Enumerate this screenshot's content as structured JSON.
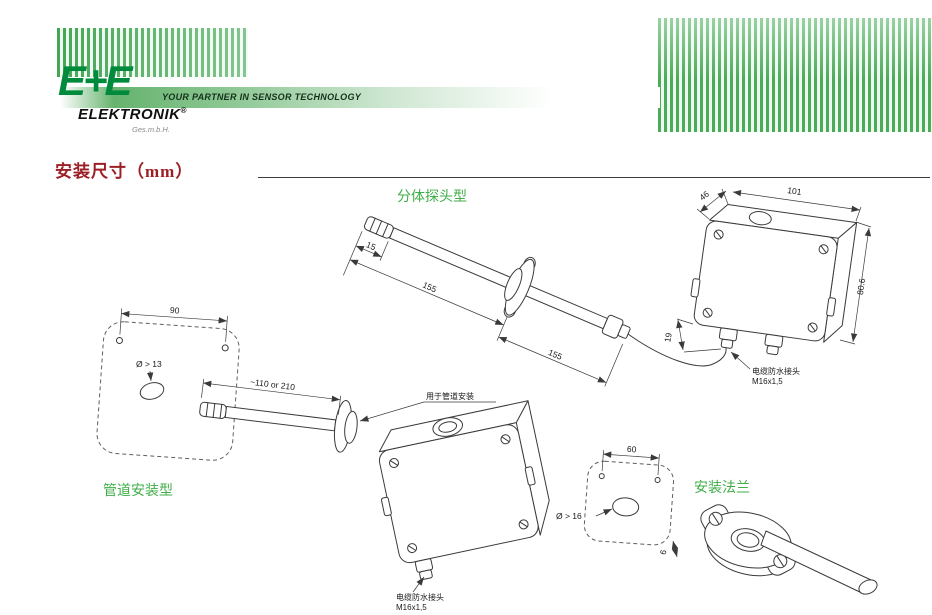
{
  "colors": {
    "brand_green": "#008a3c",
    "stripe_green": "#46a957",
    "label_green": "#3fae49",
    "title_red": "#9c1f26"
  },
  "header": {
    "logo_text": "E+E",
    "tagline": "YOUR PARTNER IN SENSOR TECHNOLOGY",
    "brand_name": "ELEKTRONIK",
    "registered_mark": "®",
    "brand_subtitle": "Ges.m.b.H."
  },
  "page": {
    "title": "安装尺寸（mm）"
  },
  "diagrams": {
    "split_probe": {
      "label": "分体探头型",
      "dim_tip": "15",
      "dim_probe_front": "155",
      "dim_probe_rear": "155",
      "dim_housing_depth": "46",
      "dim_housing_width": "101",
      "dim_housing_height": "80.6",
      "dim_gland_offset": "19",
      "gland_note_line1": "电缆防水接头",
      "gland_note_line2": "M16x1,5"
    },
    "duct_mount": {
      "label": "管道安装型",
      "dim_hole_spacing": "90",
      "dim_hole_diameter": "Ø > 13",
      "dim_probe_length": "~110 or 210",
      "flange_note": "用于管道安装",
      "gland_note_line1": "电缆防水接头",
      "gland_note_line2": "M16x1,5"
    },
    "mounting_flange": {
      "label": "安装法兰",
      "dim_hole_spacing": "60",
      "dim_hole_diameter": "Ø > 16",
      "dim_thickness": "6"
    }
  }
}
